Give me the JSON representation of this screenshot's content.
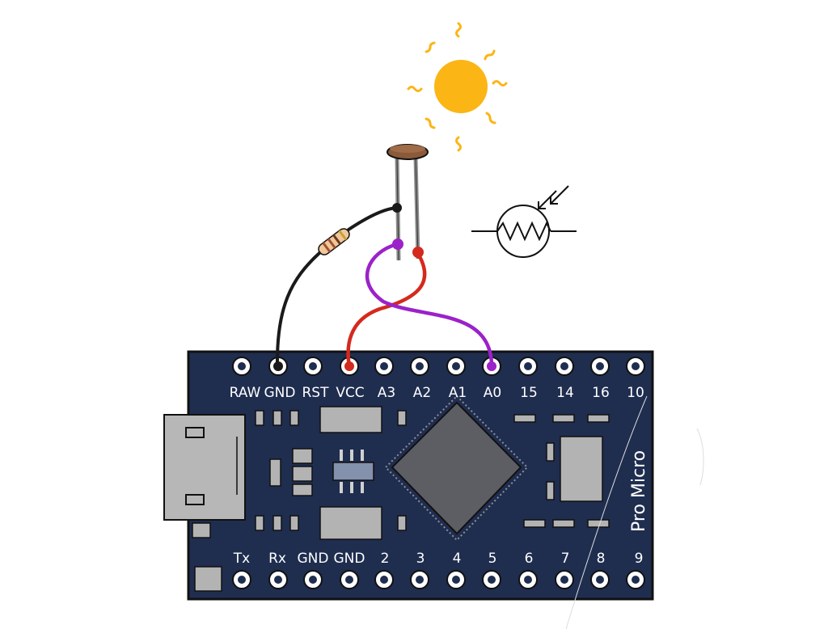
{
  "board": {
    "name": "Pro Micro",
    "top_pins": [
      "RAW",
      "GND",
      "RST",
      "VCC",
      "A3",
      "A2",
      "A1",
      "A0",
      "15",
      "14",
      "16",
      "10"
    ],
    "bottom_pins": [
      "Tx",
      "Rx",
      "GND",
      "GND",
      "2",
      "3",
      "4",
      "5",
      "6",
      "7",
      "8",
      "9"
    ]
  },
  "components": [
    {
      "name": "photoresistor",
      "symbol": "light-dependent-resistor"
    },
    {
      "name": "resistor",
      "symbol": "resistor"
    },
    {
      "name": "sun",
      "symbol": "light-source"
    }
  ],
  "wires": [
    {
      "from": "photoresistor",
      "to": "A0",
      "color": "#9b22c8"
    },
    {
      "from": "photoresistor",
      "to": "VCC",
      "color": "#d42a1e"
    },
    {
      "from": "resistor",
      "to": "GND",
      "color": "#1a1a1a"
    }
  ],
  "colors": {
    "board": "#1f2d4f",
    "sun": "#fbb515",
    "wire_purple": "#9b22c8",
    "wire_red": "#d42a1e",
    "wire_black": "#1a1a1a",
    "chip": "#5c5e63"
  }
}
